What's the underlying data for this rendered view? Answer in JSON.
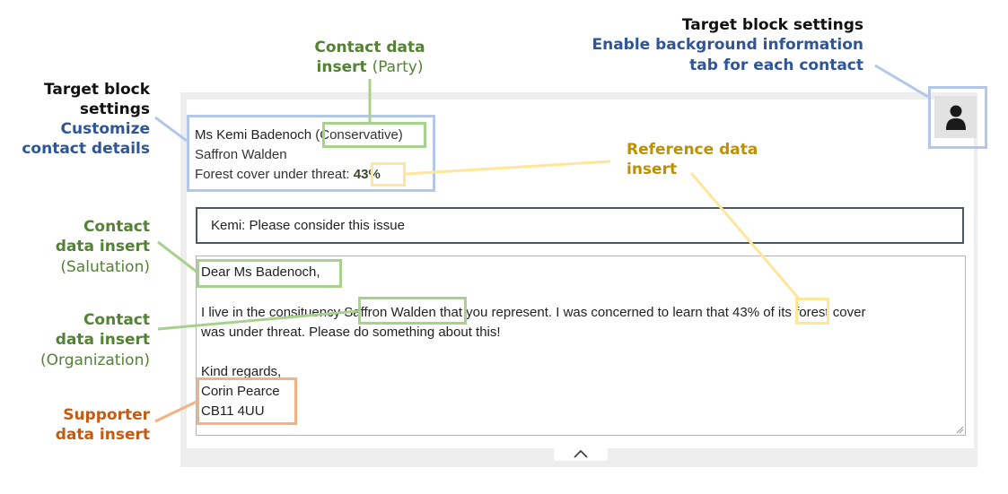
{
  "contact": {
    "name": "Ms Kemi Badenoch",
    "party": "(Conservative)",
    "organization": "Saffron Walden",
    "reference_label": "Forest cover under threat:",
    "reference_value": "43%"
  },
  "email": {
    "subject": "Kemi: Please consider this issue",
    "salutation": "Dear Ms Badenoch,",
    "body_line1_before": "I live in the consituency",
    "body_line1_org": "Saffron Walden",
    "body_line1_middle": "that you represent. I was concerned to learn that",
    "body_line1_pct": "43%",
    "body_line1_after": "of its forest cover",
    "body_line2": "was under threat. Please do something about this!",
    "closing": "Kind regards,",
    "supporter_name": "Corin Pearce",
    "supporter_postcode": "CB11 4UU"
  },
  "annotations": {
    "top_right_title": "Target block settings",
    "top_right_line1": "Enable background information",
    "top_right_line2": "tab for each contact",
    "party_line1": "Contact data",
    "party_line2": "insert",
    "party_paren": "(Party)",
    "left_target_line1": "Target block",
    "left_target_line2": "settings",
    "left_target_blue1": "Customize",
    "left_target_blue2": "contact details",
    "reference_line1": "Reference data",
    "reference_line2": "insert",
    "salutation_line1": "Contact",
    "salutation_line2": "data insert",
    "salutation_paren": "(Salutation)",
    "org_line1": "Contact",
    "org_line2": "data insert",
    "org_paren": "(Organization)",
    "supporter_line1": "Supporter",
    "supporter_line2": "data insert"
  },
  "colors": {
    "blue_highlight": "#b4c7e7",
    "green_highlight": "#a9d18e",
    "yellow_highlight": "#ffe699",
    "orange_highlight": "#f4b183",
    "blue_text": "#2f5597",
    "green_text": "#548235",
    "gold_text": "#bf9000",
    "orange_text": "#c55a11"
  },
  "icons": {
    "avatar": "person-icon",
    "collapse": "chevron-up-icon",
    "resize": "resize-grip-icon"
  }
}
